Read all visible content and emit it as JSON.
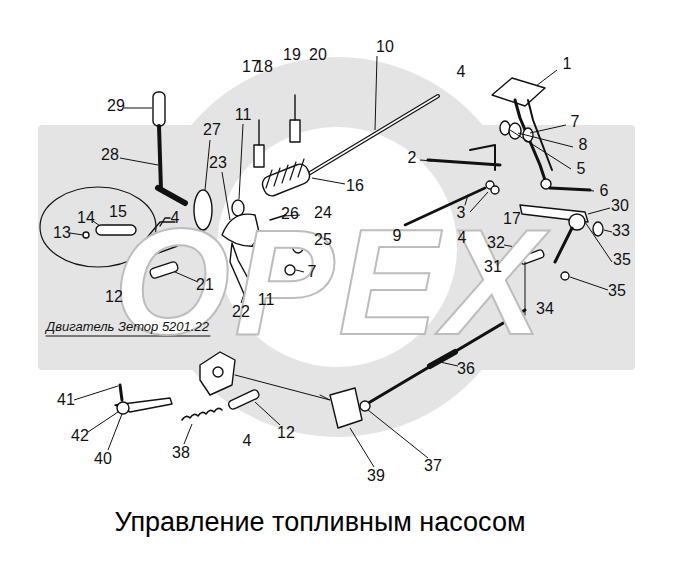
{
  "diagram": {
    "title": "Управление топливным насосом",
    "labels": [
      "1",
      "10",
      "17",
      "18",
      "19",
      "20",
      "29",
      "4",
      "7",
      "8",
      "5",
      "6",
      "2",
      "27",
      "11",
      "28",
      "23",
      "16",
      "3",
      "4",
      "9",
      "30",
      "17",
      "33",
      "32",
      "31",
      "35",
      "35",
      "34",
      "13",
      "14",
      "15",
      "4",
      "26",
      "24",
      "25",
      "7",
      "12",
      "21",
      "11",
      "22",
      "36",
      "41",
      "42",
      "40",
      "38",
      "4",
      "12",
      "39",
      "37",
      "Двигатель Зетор 5201.22",
      "OPEX"
    ]
  }
}
